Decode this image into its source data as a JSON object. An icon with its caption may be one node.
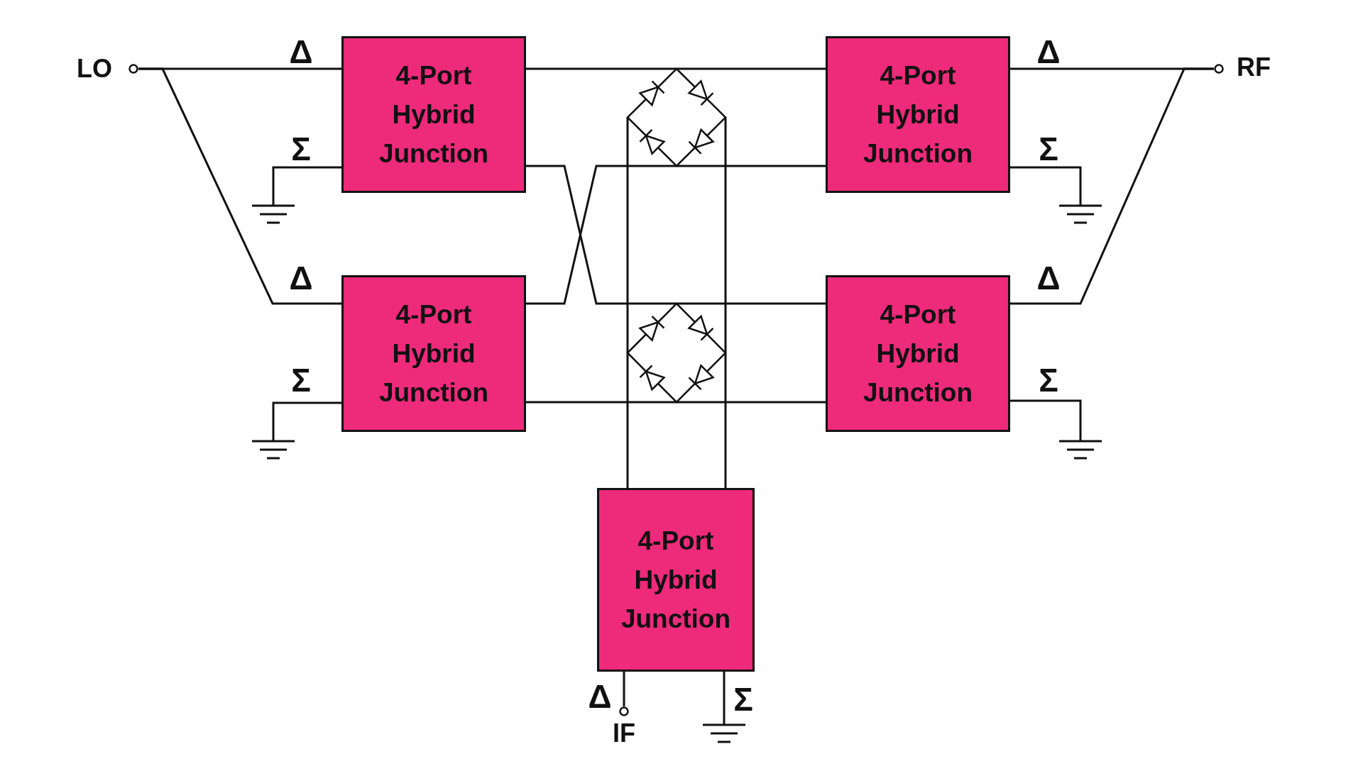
{
  "diagram": {
    "nodes": [
      {
        "text": [
          "LO"
        ]
      },
      {
        "text": [
          "4-Port Hybrid Junction"
        ]
      },
      {
        "text": [],
        "shape": "diode"
      },
      {
        "text": [
          "4-Port Hybrid Junction"
        ]
      },
      {
        "text": [
          "RF"
        ]
      },
      {
        "text": [
          "4-Port Hybrid Junction"
        ]
      },
      {
        "text": [],
        "shape": "diode"
      },
      {
        "text": [
          "4-Port Hybrid Junction"
        ]
      },
      {
        "text": [
          "4-Port Hybrid Junction"
        ]
      },
      {
        "text": [
          "IF"
        ]
      }
    ],
    "edges": [
      {
        "from": 0,
        "to": 1,
        "arrow": "none"
      },
      {
        "from": 0,
        "to": 5,
        "arrow": "none"
      },
      {
        "from": 1,
        "to": 2,
        "arrow": "none"
      },
      {
        "from": 2,
        "to": 3,
        "arrow": "none"
      },
      {
        "from": 5,
        "to": 2,
        "arrow": "none"
      },
      {
        "from": 2,
        "to": 3,
        "arrow": "none"
      },
      {
        "from": 1,
        "to": 6,
        "arrow": "none"
      },
      {
        "from": 6,
        "to": 7,
        "arrow": "none"
      },
      {
        "from": 5,
        "to": 6,
        "arrow": "none"
      },
      {
        "from": 6,
        "to": 7,
        "arrow": "none"
      },
      {
        "from": 8,
        "to": 6,
        "arrow": "none"
      },
      {
        "from": 6,
        "to": 2,
        "arrow": "none"
      },
      {
        "from": 8,
        "to": 6,
        "arrow": "none"
      },
      {
        "from": 6,
        "to": 2,
        "arrow": "none"
      },
      {
        "from": 3,
        "to": 4,
        "arrow": "none"
      },
      {
        "from": 7,
        "to": 4,
        "arrow": "none"
      },
      {
        "from": 8,
        "to": 9,
        "arrow": "none"
      }
    ],
    "labels": [
      "Δ",
      "Δ",
      "Σ",
      "Σ",
      "Δ",
      "Δ",
      "Σ",
      "Σ",
      "Δ",
      "Σ"
    ]
  }
}
